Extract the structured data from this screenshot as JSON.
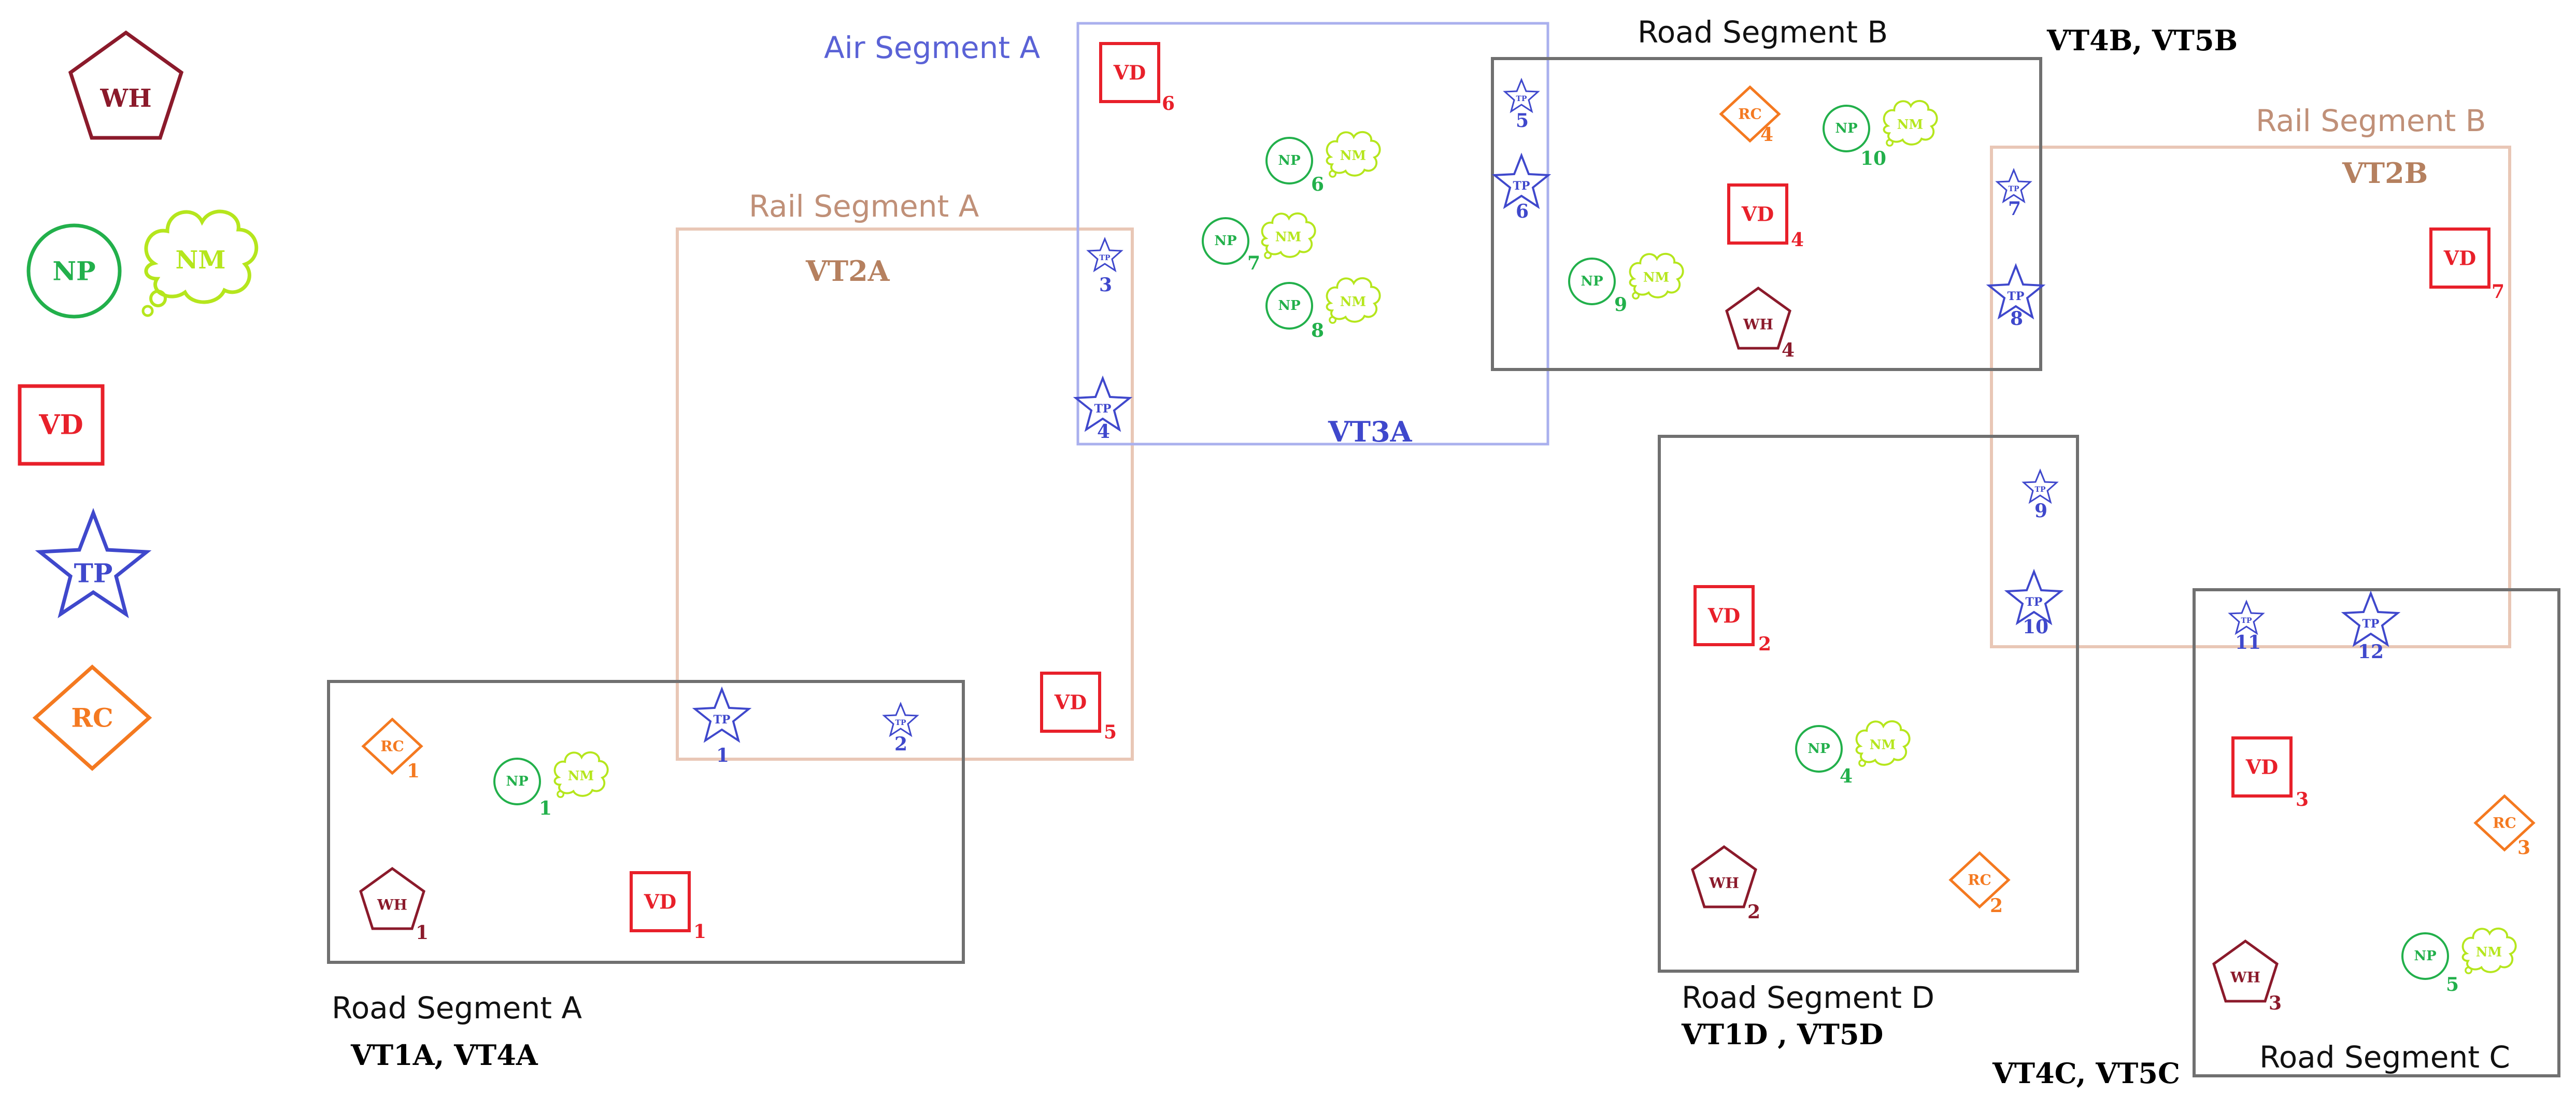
{
  "colors": {
    "wh": "#8b1a2b",
    "np": "#22b04b",
    "nm": "#b5e61d",
    "vd": "#e8202a",
    "tp": "#3f48cc",
    "rc": "#f47920",
    "road": "#6e6e6e",
    "rail": "#e0b8a4",
    "air": "#aab0ee",
    "seg_road_text": "#111111",
    "seg_rail_text": "#b5805f",
    "seg_air_text": "#5a62d6",
    "veh_dark": "#000000",
    "veh_rail": "#b5805f",
    "veh_air": "#3f48cc"
  },
  "legend": {
    "wh": "WH",
    "np": "NP",
    "nm": "NM",
    "vd": "VD",
    "tp": "TP",
    "rc": "RC"
  },
  "segments": {
    "road_a": "Road Segment A",
    "road_b": "Road Segment B",
    "road_c": "Road Segment C",
    "road_d": "Road Segment D",
    "rail_a": "Rail Segment A",
    "rail_b": "Rail Segment B",
    "air_a": "Air Segment A"
  },
  "vehicles": {
    "road_a": "VT1A, VT4A",
    "road_b": "VT4B, VT5B",
    "road_c": "VT4C, VT5C",
    "road_d": "VT1D , VT5D",
    "rail_a": "VT2A",
    "rail_b": "VT2B",
    "air_a": "VT3A"
  },
  "nodes": {
    "wh": [
      {
        "label": "WH",
        "index": "1"
      },
      {
        "label": "WH",
        "index": "2"
      },
      {
        "label": "WH",
        "index": "3"
      },
      {
        "label": "WH",
        "index": "4"
      }
    ],
    "vd": [
      {
        "label": "VD",
        "index": "1"
      },
      {
        "label": "VD",
        "index": "2"
      },
      {
        "label": "VD",
        "index": "3"
      },
      {
        "label": "VD",
        "index": "4"
      },
      {
        "label": "VD",
        "index": "5"
      },
      {
        "label": "VD",
        "index": "6"
      },
      {
        "label": "VD",
        "index": "7"
      }
    ],
    "rc": [
      {
        "label": "RC",
        "index": "1"
      },
      {
        "label": "RC",
        "index": "2"
      },
      {
        "label": "RC",
        "index": "3"
      },
      {
        "label": "RC",
        "index": "4"
      }
    ],
    "np": [
      {
        "label": "NP",
        "nm": "NM",
        "index": "1"
      },
      {
        "label": "NP",
        "nm": "NM",
        "index": "4"
      },
      {
        "label": "NP",
        "nm": "NM",
        "index": "5"
      },
      {
        "label": "NP",
        "nm": "NM",
        "index": "6"
      },
      {
        "label": "NP",
        "nm": "NM",
        "index": "7"
      },
      {
        "label": "NP",
        "nm": "NM",
        "index": "8"
      },
      {
        "label": "NP",
        "nm": "NM",
        "index": "9"
      },
      {
        "label": "NP",
        "nm": "NM",
        "index": "10"
      }
    ],
    "tp": [
      {
        "label": "TP",
        "index": "1"
      },
      {
        "label": "TP",
        "index": "2"
      },
      {
        "label": "TP",
        "index": "3"
      },
      {
        "label": "TP",
        "index": "4"
      },
      {
        "label": "TP",
        "index": "5"
      },
      {
        "label": "TP",
        "index": "6"
      },
      {
        "label": "TP",
        "index": "7"
      },
      {
        "label": "TP",
        "index": "8"
      },
      {
        "label": "TP",
        "index": "9"
      },
      {
        "label": "TP",
        "index": "10"
      },
      {
        "label": "TP",
        "index": "11"
      },
      {
        "label": "TP",
        "index": "12"
      }
    ]
  }
}
